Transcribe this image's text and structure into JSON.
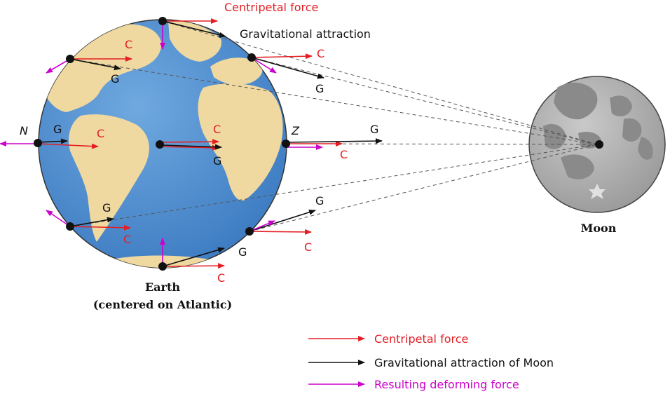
{
  "colors": {
    "centripetal": "#e31e24",
    "gravitational": "#111111",
    "deforming": "#cc00cc",
    "ocean": "#4f8fd0",
    "land": "#f0d9a0",
    "moon": "#a9a9a9"
  },
  "labels": {
    "top_centripetal": "Centripetal force",
    "top_gravitational": "Gravitational attraction",
    "point_N": "N",
    "point_Z": "Z",
    "c": "C",
    "g": "G",
    "moon": "Moon",
    "earth_line1": "Earth",
    "earth_line2": "(centered on Atlantic)"
  },
  "legend": [
    {
      "label": "Centripetal force",
      "color": "#e31e24"
    },
    {
      "label": "Gravitational attraction of Moon",
      "color": "#111111"
    },
    {
      "label": "Resulting deforming force",
      "color": "#cc00cc"
    }
  ]
}
